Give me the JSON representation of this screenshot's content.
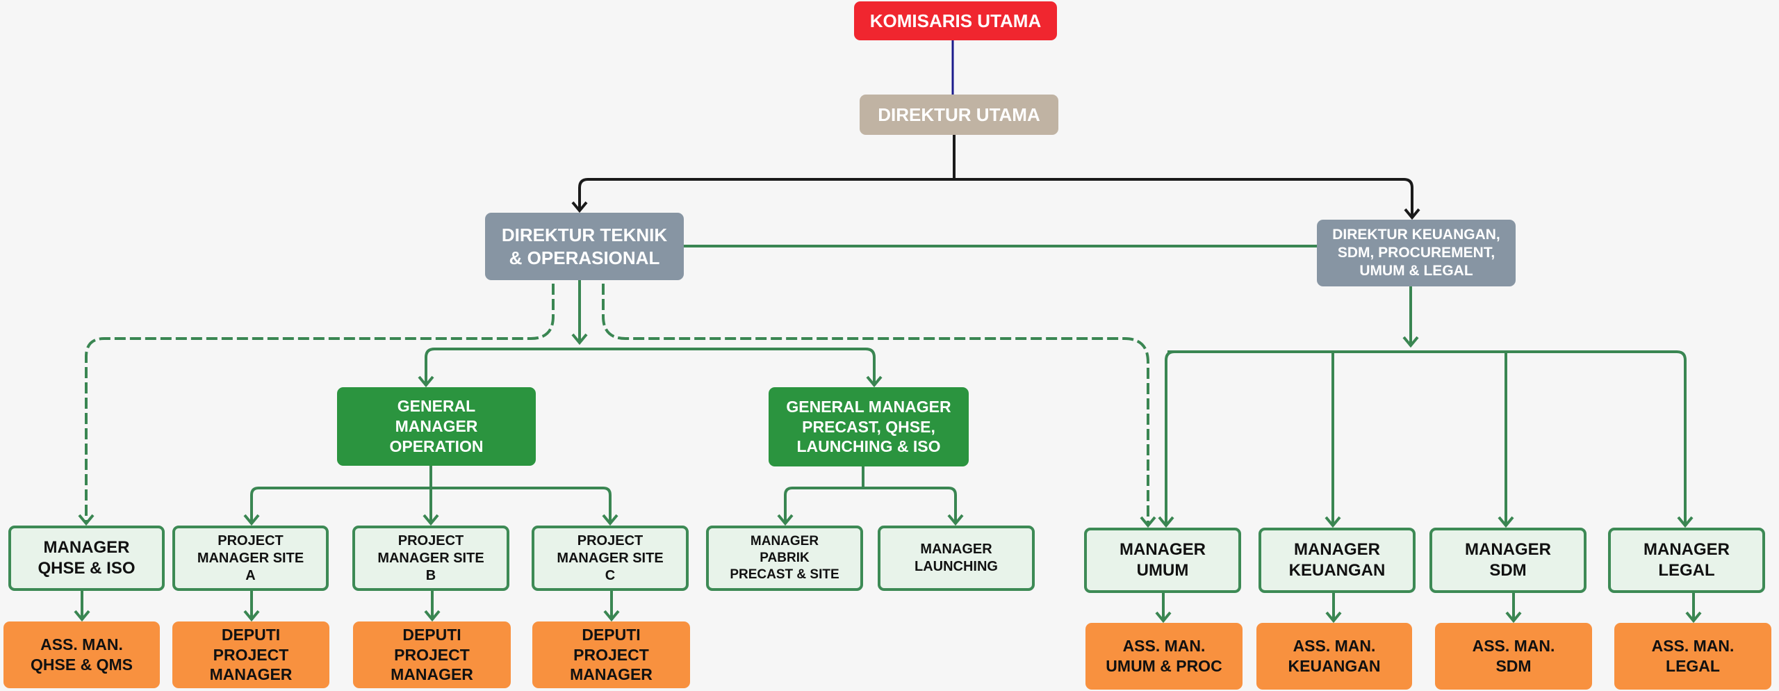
{
  "chart_data": {
    "type": "org-chart",
    "title": "",
    "nodes": [
      {
        "id": "komisaris-utama",
        "label": "KOMISARIS UTAMA",
        "parent": null,
        "level": 0,
        "color": "#f0262f"
      },
      {
        "id": "direktur-utama",
        "label": "DIREKTUR UTAMA",
        "parent": "komisaris-utama",
        "level": 1,
        "color": "#c0b3a3"
      },
      {
        "id": "direktur-teknik",
        "label": "DIREKTUR TEKNIK\n& OPERASIONAL",
        "parent": "direktur-utama",
        "level": 2,
        "color": "#8795a3"
      },
      {
        "id": "direktur-keuangan",
        "label": "DIREKTUR KEUANGAN,\nSDM, PROCUREMENT,\nUMUM & LEGAL",
        "parent": "direktur-utama",
        "level": 2,
        "color": "#8795a3"
      },
      {
        "id": "gm-operation",
        "label": "GENERAL\nMANAGER\nOPERATION",
        "parent": "direktur-teknik",
        "level": 3,
        "color": "#2b943f"
      },
      {
        "id": "gm-precast",
        "label": "GENERAL MANAGER\nPRECAST, QHSE,\nLAUNCHING & ISO",
        "parent": "direktur-teknik",
        "level": 3,
        "color": "#2b943f"
      },
      {
        "id": "manager-qhse",
        "label": "MANAGER\nQHSE & ISO",
        "parent": "direktur-teknik",
        "link": "dashed",
        "level": 4,
        "color": "#e8f3ea"
      },
      {
        "id": "pm-site-a",
        "label": "PROJECT\nMANAGER SITE\nA",
        "parent": "gm-operation",
        "level": 4,
        "color": "#e8f3ea"
      },
      {
        "id": "pm-site-b",
        "label": "PROJECT\nMANAGER SITE\nB",
        "parent": "gm-operation",
        "level": 4,
        "color": "#e8f3ea"
      },
      {
        "id": "pm-site-c",
        "label": "PROJECT\nMANAGER SITE\nC",
        "parent": "gm-operation",
        "level": 4,
        "color": "#e8f3ea"
      },
      {
        "id": "manager-pabrik",
        "label": "MANAGER\nPABRIK\nPRECAST & SITE",
        "parent": "gm-precast",
        "level": 4,
        "color": "#e8f3ea"
      },
      {
        "id": "manager-launching",
        "label": "MANAGER\nLAUNCHING",
        "parent": "gm-precast",
        "level": 4,
        "color": "#e8f3ea"
      },
      {
        "id": "manager-umum",
        "label": "MANAGER\nUMUM",
        "parent": "direktur-keuangan",
        "secondary_parent": "direktur-teknik",
        "link": "solid+dashed",
        "level": 4,
        "color": "#e8f3ea"
      },
      {
        "id": "manager-keuangan",
        "label": "MANAGER\nKEUANGAN",
        "parent": "direktur-keuangan",
        "level": 4,
        "color": "#e8f3ea"
      },
      {
        "id": "manager-sdm",
        "label": "MANAGER\nSDM",
        "parent": "direktur-keuangan",
        "level": 4,
        "color": "#e8f3ea"
      },
      {
        "id": "manager-legal",
        "label": "MANAGER\nLEGAL",
        "parent": "direktur-keuangan",
        "level": 4,
        "color": "#e8f3ea"
      },
      {
        "id": "ass-qhse",
        "label": "ASS. MAN.\nQHSE & QMS",
        "parent": "manager-qhse",
        "level": 5,
        "color": "#f8913f"
      },
      {
        "id": "deputi-a",
        "label": "DEPUTI\nPROJECT\nMANAGER",
        "parent": "pm-site-a",
        "level": 5,
        "color": "#f8913f"
      },
      {
        "id": "deputi-b",
        "label": "DEPUTI\nPROJECT\nMANAGER",
        "parent": "pm-site-b",
        "level": 5,
        "color": "#f8913f"
      },
      {
        "id": "deputi-c",
        "label": "DEPUTI\nPROJECT\nMANAGER",
        "parent": "pm-site-c",
        "level": 5,
        "color": "#f8913f"
      },
      {
        "id": "ass-umum",
        "label": "ASS. MAN.\nUMUM & PROC",
        "parent": "manager-umum",
        "level": 5,
        "color": "#f8913f"
      },
      {
        "id": "ass-keuangan",
        "label": "ASS. MAN.\nKEUANGAN",
        "parent": "manager-keuangan",
        "level": 5,
        "color": "#f8913f"
      },
      {
        "id": "ass-sdm",
        "label": "ASS. MAN.\nSDM",
        "parent": "manager-sdm",
        "level": 5,
        "color": "#f8913f"
      },
      {
        "id": "ass-legal",
        "label": "ASS. MAN.\nLEGAL",
        "parent": "manager-legal",
        "level": 5,
        "color": "#f8913f"
      }
    ],
    "peer_links": [
      {
        "from": "direktur-teknik",
        "to": "direktur-keuangan",
        "style": "solid"
      }
    ],
    "colors": {
      "top_line": "#1a1a1a",
      "komisaris_link": "#1c1c8c",
      "green_line": "#3a8652",
      "background": "#f6f6f6"
    }
  }
}
